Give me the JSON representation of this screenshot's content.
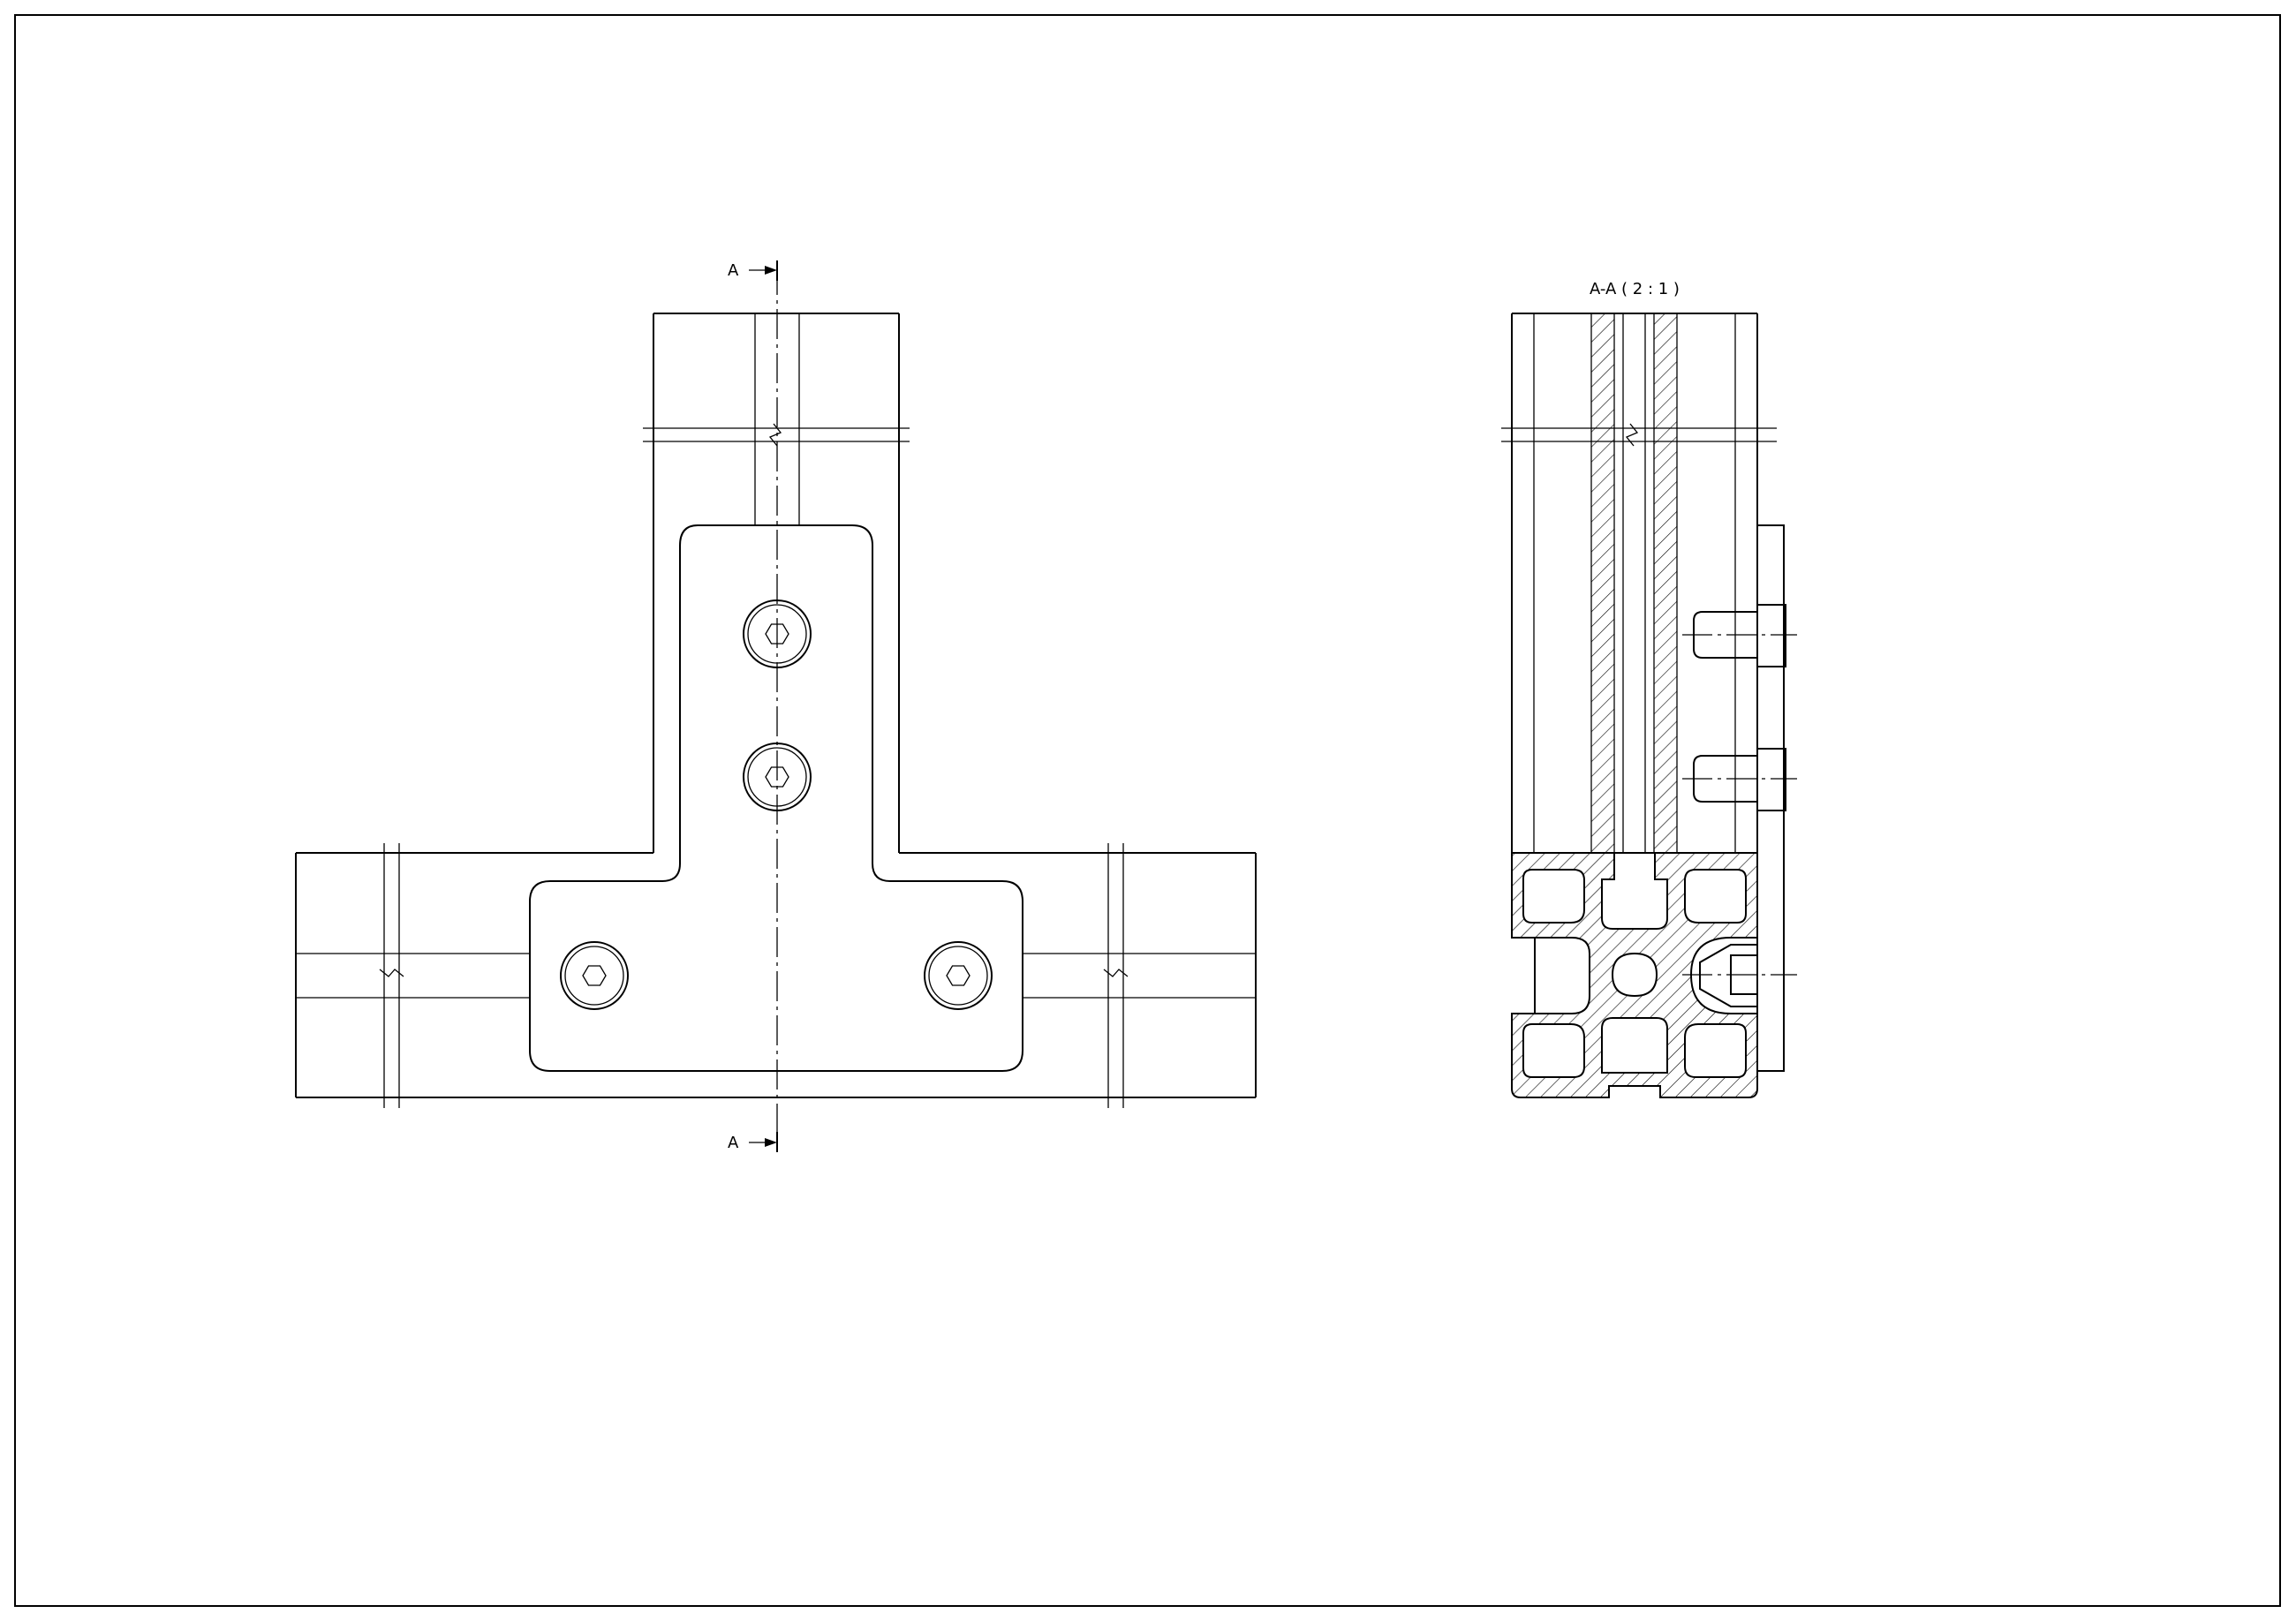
{
  "drawing": {
    "section_marker_top": "A",
    "section_marker_bottom": "A",
    "section_view_title": "A-A ( 2 : 1 )"
  },
  "colors": {
    "line": "#000000",
    "background": "#ffffff"
  }
}
